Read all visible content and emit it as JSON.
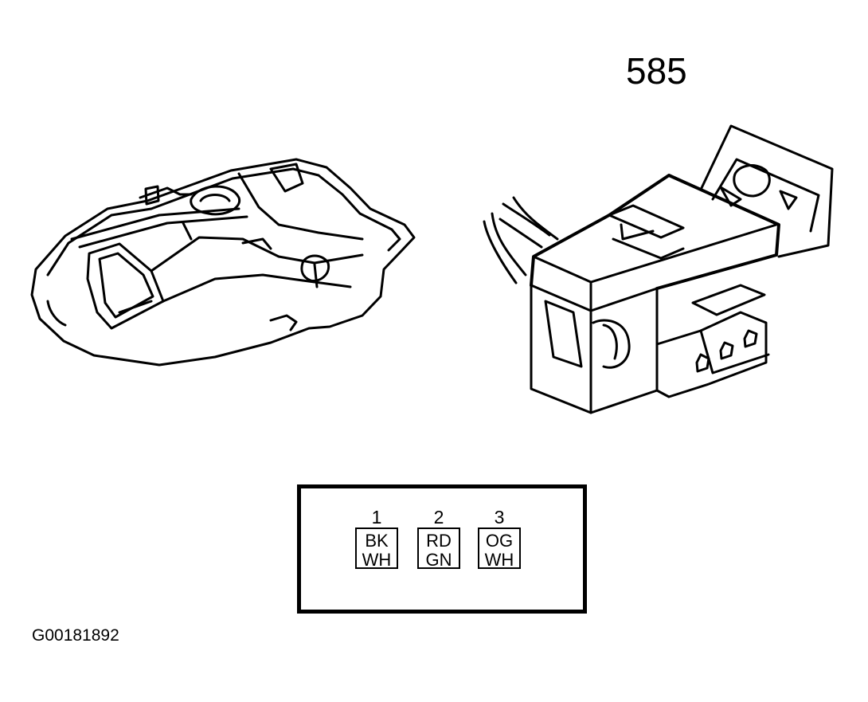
{
  "connector_number": "585",
  "figure_id": "G00181892",
  "pinout": {
    "pins": [
      {
        "number": "1",
        "line1": "BK",
        "line2": "WH"
      },
      {
        "number": "2",
        "line1": "RD",
        "line2": "GN"
      },
      {
        "number": "3",
        "line1": "OG",
        "line2": "WH"
      }
    ]
  },
  "colors": {
    "line": "#000000",
    "background": "#ffffff"
  }
}
